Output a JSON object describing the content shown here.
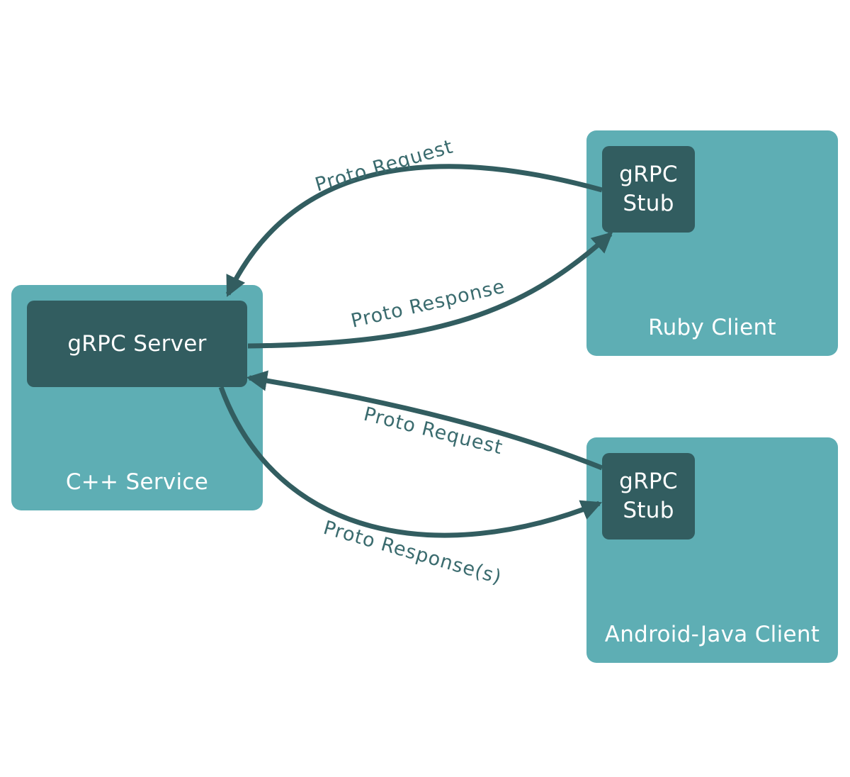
{
  "colors": {
    "outer_box": "#5eaeb4",
    "inner_box": "#325d60",
    "arrow": "#325d60",
    "label_text": "#3a6b6e",
    "box_text": "#ffffff"
  },
  "service": {
    "caption": "C++ Service",
    "server_label": "gRPC Server"
  },
  "ruby_client": {
    "caption": "Ruby Client",
    "stub_label": "gRPC\nStub"
  },
  "android_client": {
    "caption": "Android-Java Client",
    "stub_label": "gRPC\nStub"
  },
  "edges": {
    "ruby_request": "Proto Request",
    "ruby_response": "Proto Response",
    "android_request": "Proto Request",
    "android_response": "Proto Response(s)"
  }
}
